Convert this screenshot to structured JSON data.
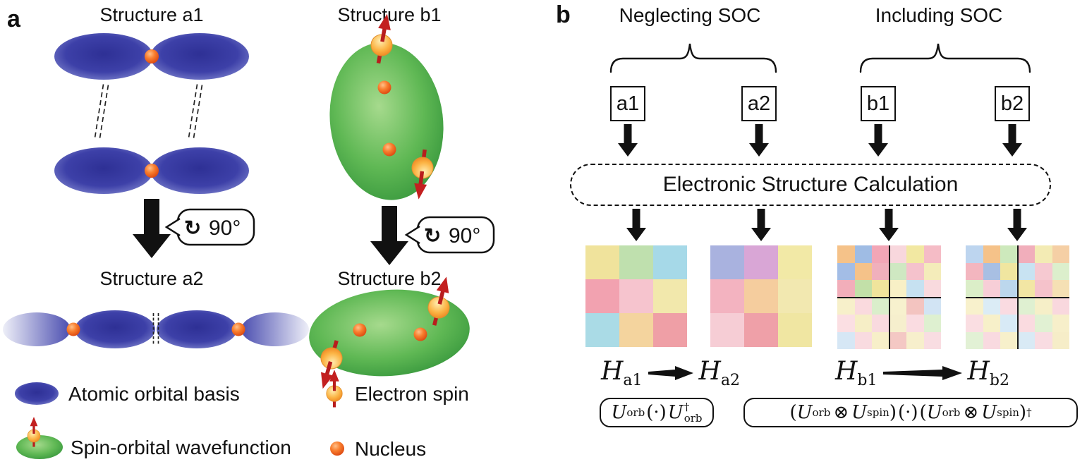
{
  "colors": {
    "orbital_blue": "#3b3ea6",
    "wavefunction_green": "#4aa94c",
    "nucleus_orange": "#f26a1e",
    "spin_ball_orange": "#f9b342",
    "spin_arrow_red": "#c32020",
    "ink": "#111111"
  },
  "panel_a": {
    "label": "a",
    "titles": {
      "a1": "Structure a1",
      "a2": "Structure a2",
      "b1": "Structure b1",
      "b2": "Structure b2"
    },
    "rotation": {
      "icon": "↻",
      "angle": "90°"
    },
    "legend": {
      "atomic_orbital": "Atomic orbital basis",
      "electron_spin": "Electron spin",
      "spin_orbital": "Spin-orbital wavefunction",
      "nucleus": "Nucleus"
    }
  },
  "panel_b": {
    "label": "b",
    "groups": {
      "neglecting": "Neglecting SOC",
      "including": "Including SOC"
    },
    "boxes": {
      "a1": "a1",
      "a2": "a2",
      "b1": "b1",
      "b2": "b2"
    },
    "pipeline": "Electronic Structure Calculation",
    "math": {
      "H": "H",
      "sub_a1": "a1",
      "sub_a2": "a2",
      "sub_b1": "b1",
      "sub_b2": "b2",
      "U": "U",
      "sub_orb": "orb",
      "sub_spin": "spin",
      "cdot": "(·)",
      "dagger": "†",
      "otimes": "⊗",
      "lparen": "(",
      "rparen": ")"
    },
    "matrices": {
      "a1": {
        "size": 3,
        "cells": [
          "#f0e39c",
          "#bfe0ae",
          "#a6d9e8",
          "#f2a2b0",
          "#f6c4ce",
          "#f2e8ac",
          "#aadbe6",
          "#f4d49e",
          "#ef9fa6"
        ]
      },
      "a2": {
        "size": 3,
        "cells": [
          "#a9b2df",
          "#d9a6d6",
          "#f2e9a6",
          "#f3b3c0",
          "#f5cd9e",
          "#f2e8b0",
          "#f6cdd5",
          "#efa0a8",
          "#f0e6a2"
        ]
      },
      "b1": {
        "size": 6,
        "cells": [
          "#f5c289",
          "#9fbce4",
          "#f2a6b6",
          "#f8d7dd",
          "#f2e8a2",
          "#f5bcc6",
          "#a3bde6",
          "#f5c289",
          "#f0b0bc",
          "#cfe8c2",
          "#f5c2cc",
          "#f4ecba",
          "#f2aeba",
          "#c2e0a8",
          "#f0e49c",
          "#f8f0c6",
          "#c6e1f1",
          "#f9dade",
          "#f7f0ca",
          "#fadade",
          "#daeecb",
          "#f7f1ce",
          "#f3c4c0",
          "#d2e4f4",
          "#fbdfe3",
          "#f6eec6",
          "#f9dadf",
          "#f6efcd",
          "#fadce1",
          "#def0d0",
          "#d6e7f5",
          "#f9dbe0",
          "#f7efc9",
          "#f4c8c4",
          "#f7efcc",
          "#f9dde2"
        ]
      },
      "b2": {
        "size": 6,
        "cells": [
          "#bdd5ef",
          "#f5c289",
          "#cde9bc",
          "#f1aebb",
          "#f3ebb4",
          "#f5cfa5",
          "#f3b6bf",
          "#a8bfe3",
          "#f0e6a0",
          "#c8e3f2",
          "#f6c9d1",
          "#dcefcc",
          "#dbeec8",
          "#f7ced7",
          "#bcd7ed",
          "#f2e6a4",
          "#f5c2cb",
          "#f5e0b4",
          "#f8f1cc",
          "#dbecf6",
          "#fadbe1",
          "#dff0d1",
          "#f6efc8",
          "#f9d8de",
          "#fadee2",
          "#f7f0c9",
          "#d8eaf6",
          "#fadbe0",
          "#e1f1d3",
          "#f7efca",
          "#e2f1d5",
          "#f9dae0",
          "#f7f0cb",
          "#d9eaf5",
          "#f9dce2",
          "#f6edc8"
        ]
      }
    }
  }
}
